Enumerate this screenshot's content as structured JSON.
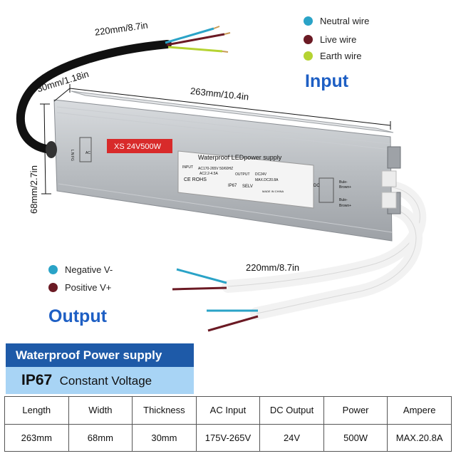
{
  "legend": {
    "input": [
      {
        "label": "Neutral wire",
        "color": "#2aa3c7"
      },
      {
        "label": "Live wire",
        "color": "#6b1a24"
      },
      {
        "label": "Earth wire",
        "color": "#b5d332"
      }
    ],
    "output": [
      {
        "label": "Negative V-",
        "color": "#2aa3c7"
      },
      {
        "label": "Positive V+",
        "color": "#6b1a24"
      }
    ]
  },
  "headings": {
    "input": "Input",
    "output": "Output"
  },
  "dimensions": {
    "input_cable": "220mm/8.7in",
    "cable_offset": "30mm/1.18in",
    "length": "263mm/10.4in",
    "height": "68mm/2.7in",
    "output_cable": "220mm/8.7in"
  },
  "product_label": {
    "model": "XS  24V500W",
    "title": "Waterproof LEDpower supply",
    "input_label": "INPUT",
    "input_value": "AC170-265V 50/60HZ",
    "input_current": "AC2.2-4.5A",
    "output_label": "OUTPUT",
    "output_value": "DC24V",
    "output_current": "MAX.DC20.8A",
    "certs": "CE ROHS",
    "ip": "IP67",
    "selv": "SELV",
    "made_in": "MADE IN CHINA",
    "ac_side": "L  N  FG",
    "ac_tag": "AC",
    "dc_tag": "DC",
    "dc_blue": "Bule-",
    "dc_brown": "Brown+",
    "dc_blue_2": "Bule-",
    "dc_brown_2": "Brown+"
  },
  "banner": {
    "title": "Waterproof Power supply",
    "rating": "IP67",
    "mode": "Constant Voltage"
  },
  "spec_table": {
    "headers": [
      "Length",
      "Width",
      "Thickness",
      "AC Input",
      "DC Output",
      "Power",
      "Ampere"
    ],
    "values": [
      "263mm",
      "68mm",
      "30mm",
      "175V-265V",
      "24V",
      "500W",
      "MAX.20.8A"
    ]
  }
}
